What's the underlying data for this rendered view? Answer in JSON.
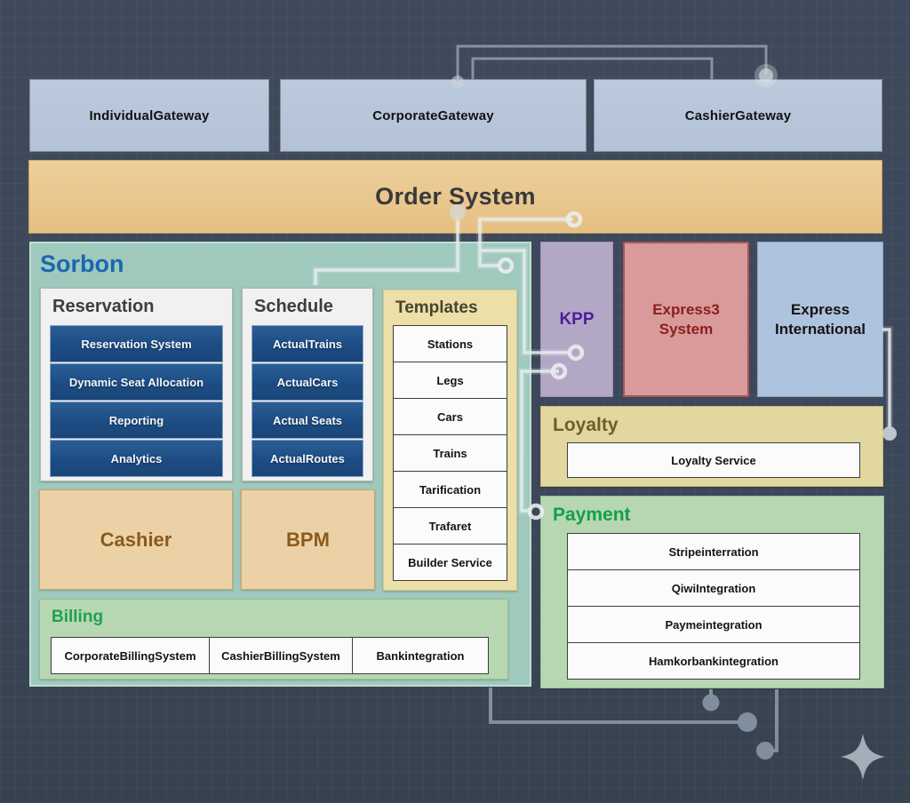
{
  "diagram": {
    "gateways": [
      {
        "label": "IndividualGateway"
      },
      {
        "label": "CorporateGateway"
      },
      {
        "label": "CashierGateway"
      }
    ],
    "order_system": {
      "label": "Order System"
    },
    "sorbon": {
      "title": "Sorbon",
      "reservation": {
        "title": "Reservation",
        "items": [
          "Reservation System",
          "Dynamic Seat Allocation",
          "Reporting",
          "Analytics"
        ]
      },
      "schedule": {
        "title": "Schedule",
        "items": [
          "ActualTrains",
          "ActualCars",
          "Actual Seats",
          "ActualRoutes"
        ]
      },
      "templates": {
        "title": "Templates",
        "items": [
          "Stations",
          "Legs",
          "Cars",
          "Trains",
          "Tarification",
          "Trafaret",
          "Builder Service"
        ]
      },
      "cashier": {
        "label": "Cashier"
      },
      "bpm": {
        "label": "BPM"
      },
      "billing": {
        "title": "Billing",
        "items": [
          "CorporateBillingSystem",
          "CashierBillingSystem",
          "Bankintegration"
        ]
      }
    },
    "external_systems": {
      "kpp": {
        "label": "KPP"
      },
      "express3": {
        "label": "Express3 System"
      },
      "express_international": {
        "label": "Express International"
      }
    },
    "loyalty": {
      "title": "Loyalty",
      "items": [
        "Loyalty Service"
      ]
    },
    "payment": {
      "title": "Payment",
      "items": [
        "Stripeinterration",
        "QiwiIntegration",
        "Paymeintegration",
        "Hamkorbankintegration"
      ]
    },
    "icons": {
      "sparkle": "sparkle-icon"
    },
    "colors": {
      "background": "#3c4859",
      "gateway_fill": "#b8c6da",
      "order_fill": "#e8c78e",
      "sorbon_fill": "#9ec9bc",
      "sorbon_title": "#1b67b0",
      "navy_button": "#1d4c84",
      "templates_fill": "#ecdfa7",
      "tan_fill": "#edd1a6",
      "tan_text": "#8a5a1d",
      "green_fill": "#b7d6b2",
      "green_title": "#1ea155",
      "kpp_fill": "#b3a7c6",
      "kpp_text": "#4b1d98",
      "express3_fill": "#d89a9b",
      "express3_text": "#8e1e1e",
      "express_intl_fill": "#aec3dd",
      "loyalty_fill": "#e3d7a0",
      "loyalty_title": "#6e5e29",
      "wire_light": "#e8ecef",
      "wire_gray": "#8592a2"
    }
  }
}
